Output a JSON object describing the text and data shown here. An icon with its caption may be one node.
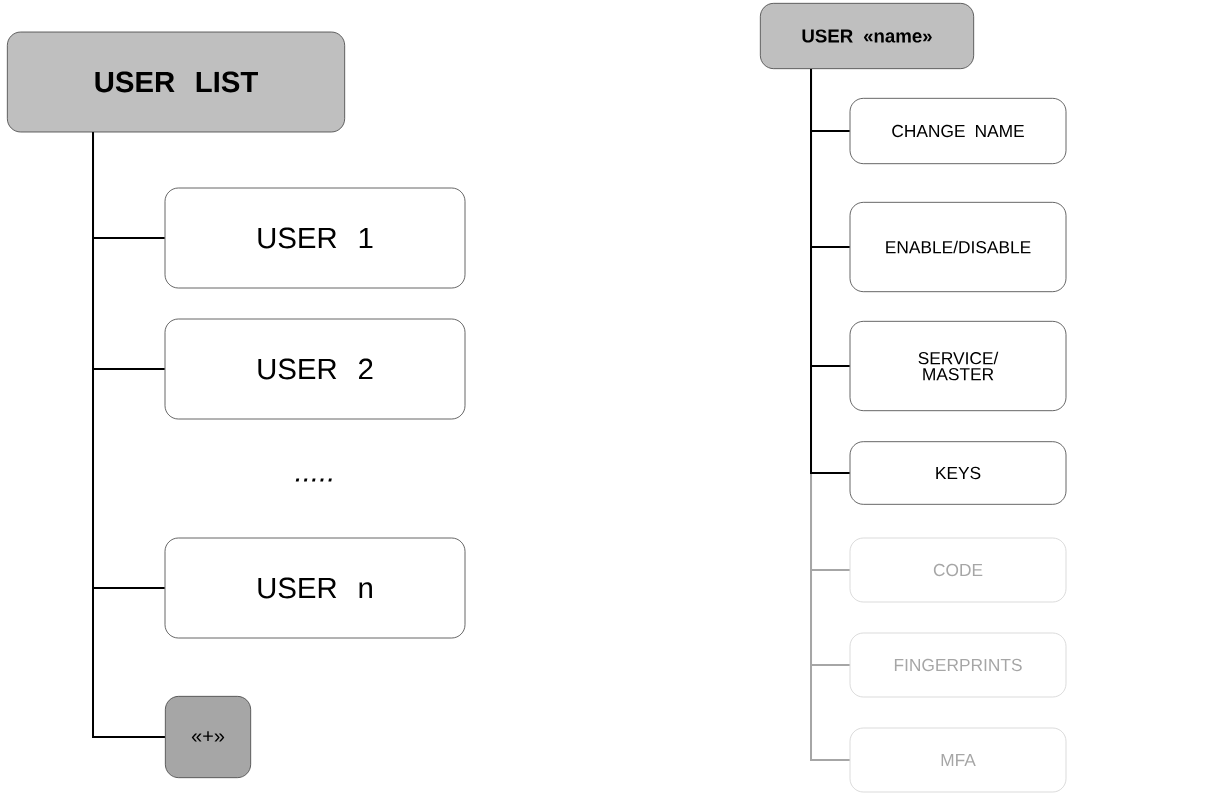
{
  "diagram": {
    "nodes": [
      {
        "text": [
          "USER LIST"
        ]
      },
      {
        "text": [
          "USER 1"
        ]
      },
      {
        "text": [
          "USER 2"
        ]
      },
      {
        "text": [
          "USER n"
        ]
      },
      {
        "text": [
          "«+»"
        ]
      },
      {
        "text": [
          "USER «name»"
        ]
      },
      {
        "text": [
          "CHANGE NAME"
        ]
      },
      {
        "text": [
          "ENABLE/DISABLE"
        ]
      },
      {
        "text": [
          "SERVICE/ MASTER"
        ]
      },
      {
        "text": [
          "KEYS"
        ]
      },
      {
        "text": [
          "CODE"
        ]
      },
      {
        "text": [
          "FINGERPRINTS"
        ]
      },
      {
        "text": [
          "MFA"
        ]
      }
    ],
    "edges": [
      {
        "from": 0,
        "to": 1,
        "arrow": "none"
      },
      {
        "from": 0,
        "to": 2,
        "arrow": "none"
      },
      {
        "from": 0,
        "to": 3,
        "arrow": "none"
      },
      {
        "from": 0,
        "to": 4,
        "arrow": "none"
      },
      {
        "from": 5,
        "to": 6,
        "arrow": "none"
      },
      {
        "from": 5,
        "to": 7,
        "arrow": "none"
      },
      {
        "from": 5,
        "to": 8,
        "arrow": "none"
      },
      {
        "from": 5,
        "to": 9,
        "arrow": "none"
      },
      {
        "from": 5,
        "to": 10,
        "arrow": "none",
        "color": "#a6a6a6"
      },
      {
        "from": 5,
        "to": 11,
        "arrow": "none",
        "color": "#a6a6a6"
      },
      {
        "from": 5,
        "to": 12,
        "arrow": "none",
        "color": "#a6a6a6"
      }
    ],
    "labels": [
      "....."
    ]
  }
}
